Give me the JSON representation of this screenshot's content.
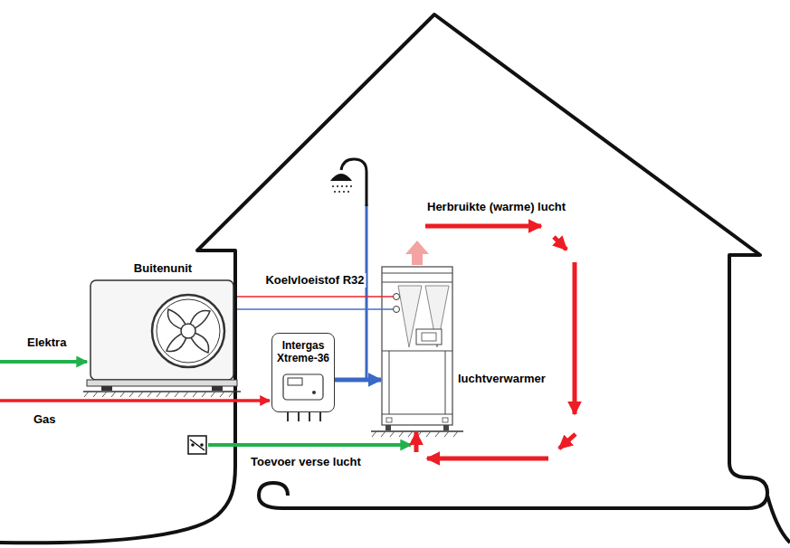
{
  "diagram": {
    "nodes": [
      {
        "text": [
          "Buitenunit"
        ]
      },
      {
        "text": [
          "Intergas Xtreme-36"
        ]
      },
      {
        "text": [
          "luchtverwarmer"
        ]
      }
    ],
    "edges": [
      {
        "from": 0,
        "to": 2,
        "label": "Koelvloeistof R32",
        "arrow": "none"
      },
      {
        "from": 0,
        "to": 2,
        "arrow": "none"
      },
      {
        "from": 1,
        "to": 2,
        "arrow": "to"
      }
    ],
    "labels": [
      "Elektra",
      "Gas",
      "Toevoer verse lucht",
      "Herbruikte (warme) lucht"
    ]
  }
}
